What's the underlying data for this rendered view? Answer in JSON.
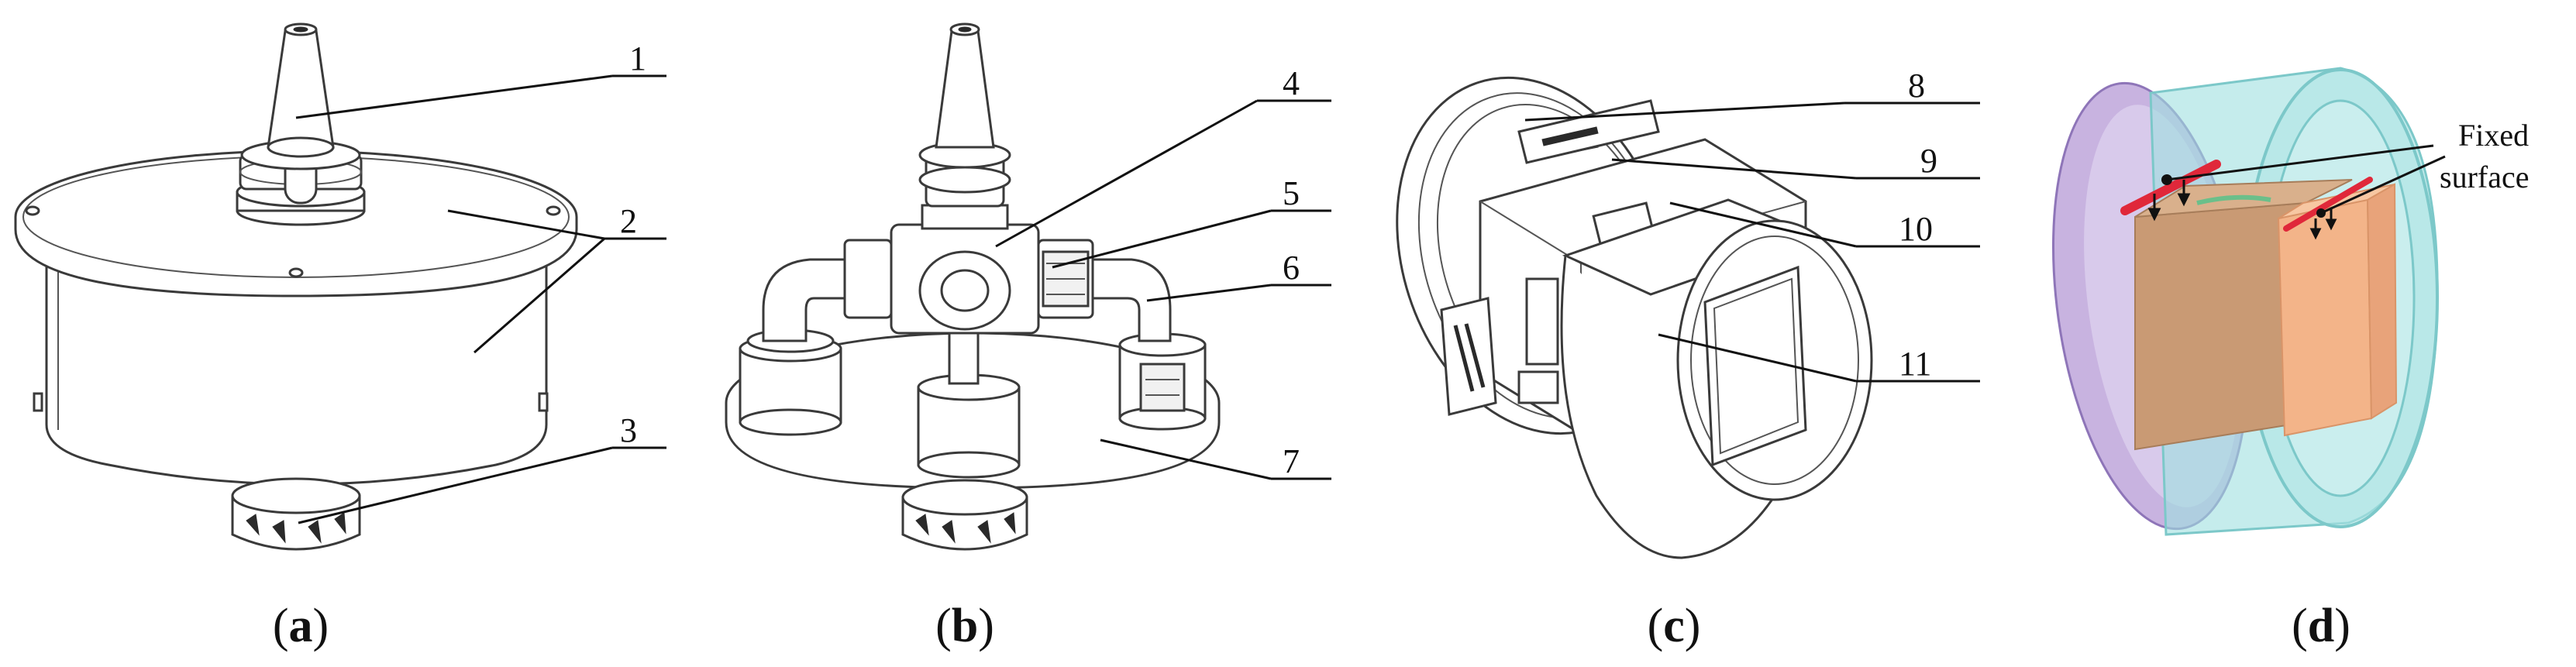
{
  "callouts": [
    "1",
    "2",
    "3",
    "4",
    "5",
    "6",
    "7",
    "8",
    "9",
    "10",
    "11"
  ],
  "panel_labels": [
    {
      "open": "(",
      "letter": "a",
      "close": ")"
    },
    {
      "open": "(",
      "letter": "b",
      "close": ")"
    },
    {
      "open": "(",
      "letter": "c",
      "close": ")"
    },
    {
      "open": "(",
      "letter": "d",
      "close": ")"
    }
  ],
  "annotation": {
    "line1": "Fixed",
    "line2": "surface"
  },
  "colors": {
    "fixed_surface": "#e0283a",
    "block_left": "#c99a74",
    "block_right": "#f3b489",
    "housing": "#9edfe0",
    "flange": "#b59ad6"
  }
}
